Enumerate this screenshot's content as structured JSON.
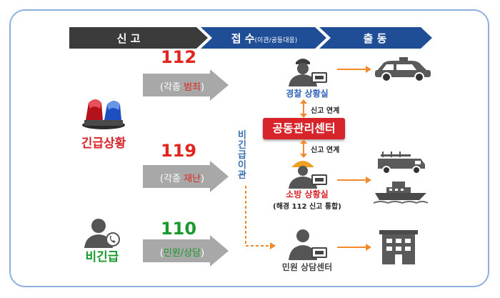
{
  "header": {
    "report": "신  고",
    "receive": "접 수",
    "receive_sub": "(이관/공동대응)",
    "dispatch": "출  동"
  },
  "situations": {
    "emergency": "긴급상황",
    "non_emergency": "비긴급"
  },
  "numbers": [
    {
      "num": "112",
      "prefix": "(각종 ",
      "kind": "범죄",
      "suffix": ")",
      "color": "#e0261f"
    },
    {
      "num": "119",
      "prefix": "(각종 ",
      "kind": "재난",
      "suffix": ")",
      "color": "#e0261f"
    },
    {
      "num": "110",
      "prefix": "(",
      "kind": "민원/상담",
      "suffix": ")",
      "color": "#1a9a2e"
    }
  ],
  "center": {
    "label": "공동관리센터",
    "link_top": "신고 연계",
    "link_bottom": "신고 연계",
    "transfer": "비긴급이관"
  },
  "units": {
    "police": "경찰 상황실",
    "fire": "소방 상황실",
    "fire_sub": "(해경 112 신고 통합)",
    "civil": "민원 상담센터"
  },
  "colors": {
    "header_dark": "#3b3b3b",
    "header_blue": "#1f4e96",
    "police": "#2e62b5",
    "fire": "#d7232a",
    "civil": "#444444",
    "orange": "#f08a2b",
    "green": "#1a9a2e"
  },
  "icons": {
    "siren": "siren-icon",
    "caller": "phone-caller-icon",
    "police_officer": "police-officer-icon",
    "firefighter": "firefighter-icon",
    "civil_officer": "civil-officer-icon",
    "police_car": "police-car-icon",
    "fire_truck": "fire-truck-icon",
    "ship": "ship-icon",
    "building": "building-icon"
  }
}
